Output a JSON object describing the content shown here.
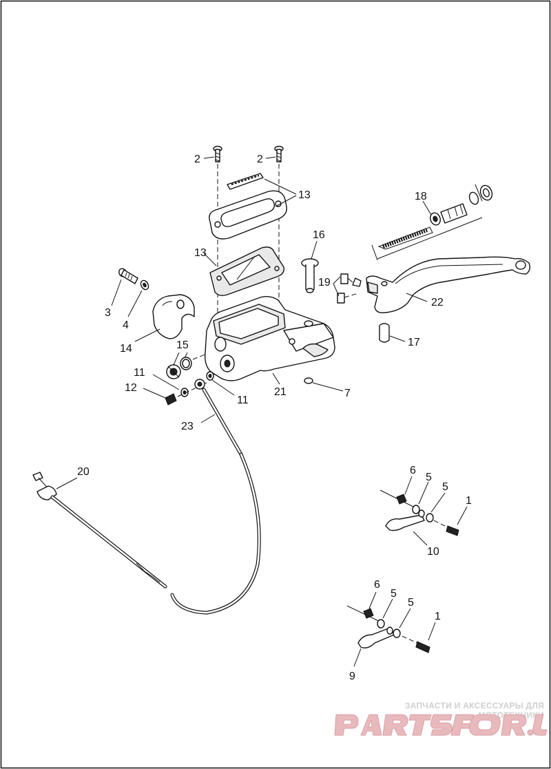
{
  "diagram": {
    "callouts": {
      "n1": "1",
      "n2": "2",
      "n3": "3",
      "n4": "4",
      "n5": "5",
      "n6": "6",
      "n7": "7",
      "n9": "9",
      "n10": "10",
      "n11": "11",
      "n12": "12",
      "n13": "13",
      "n14": "14",
      "n15": "15",
      "n16": "16",
      "n17": "17",
      "n18": "18",
      "n19": "19",
      "n20": "20",
      "n21": "21",
      "n22": "22",
      "n23": "23"
    }
  },
  "watermark": {
    "caption": "ЗАПЧАСТИ И АКСЕССУАРЫ ДЛЯ МОТОТЕХНИКИ",
    "logo_text": "PARTSFOR.RU",
    "color": "#e8b9bd"
  }
}
